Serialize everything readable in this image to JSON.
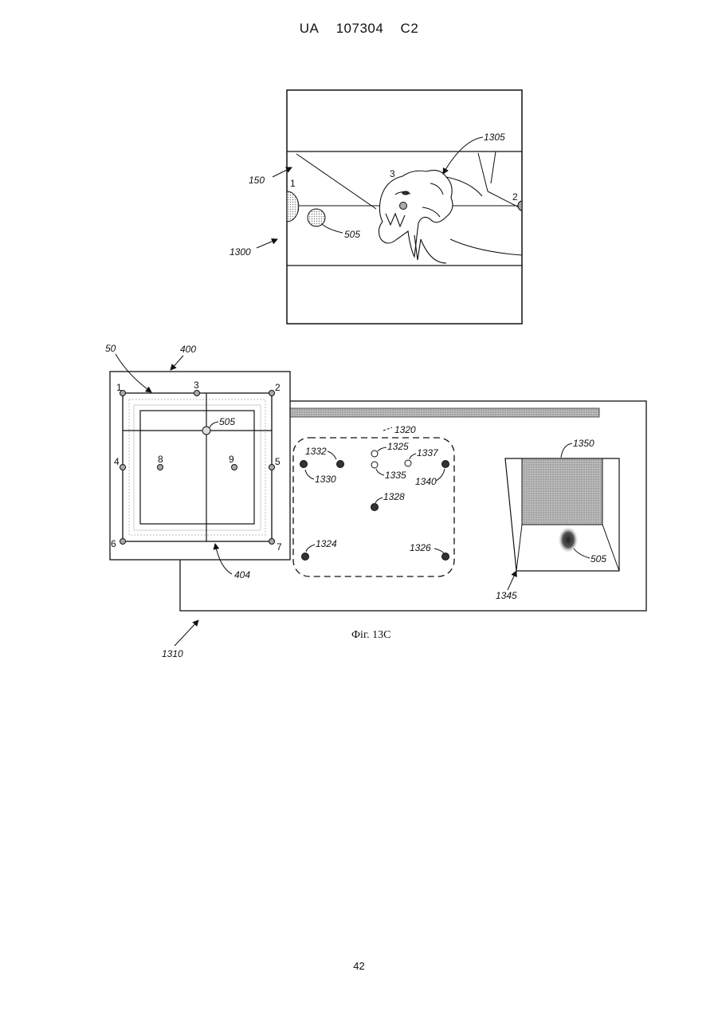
{
  "header": {
    "country": "UA",
    "number": "107304",
    "kind": "C2"
  },
  "page_number": "42",
  "figure": {
    "caption": "Фіг. 13С",
    "top": {
      "ref_150": "150",
      "ref_1300": "1300",
      "ref_1305": "1305",
      "ref_505": "505",
      "point_1": "1",
      "point_2": "2",
      "point_3": "3"
    },
    "bottom": {
      "ref_50_partial": "50",
      "ref_400": "400",
      "ref_404": "404",
      "ref_505_grid": "505",
      "ref_1310": "1310",
      "ref_1320": "1320",
      "ref_1324": "1324",
      "ref_1325": "1325",
      "ref_1326": "1326",
      "ref_1328": "1328",
      "ref_1330": "1330",
      "ref_1332": "1332",
      "ref_1335": "1335",
      "ref_1337": "1337",
      "ref_1340": "1340",
      "ref_1345": "1345",
      "ref_1350": "1350",
      "ref_505_box": "505",
      "grid_points": [
        "1",
        "2",
        "3",
        "4",
        "5",
        "6",
        "7",
        "8",
        "9"
      ]
    }
  }
}
